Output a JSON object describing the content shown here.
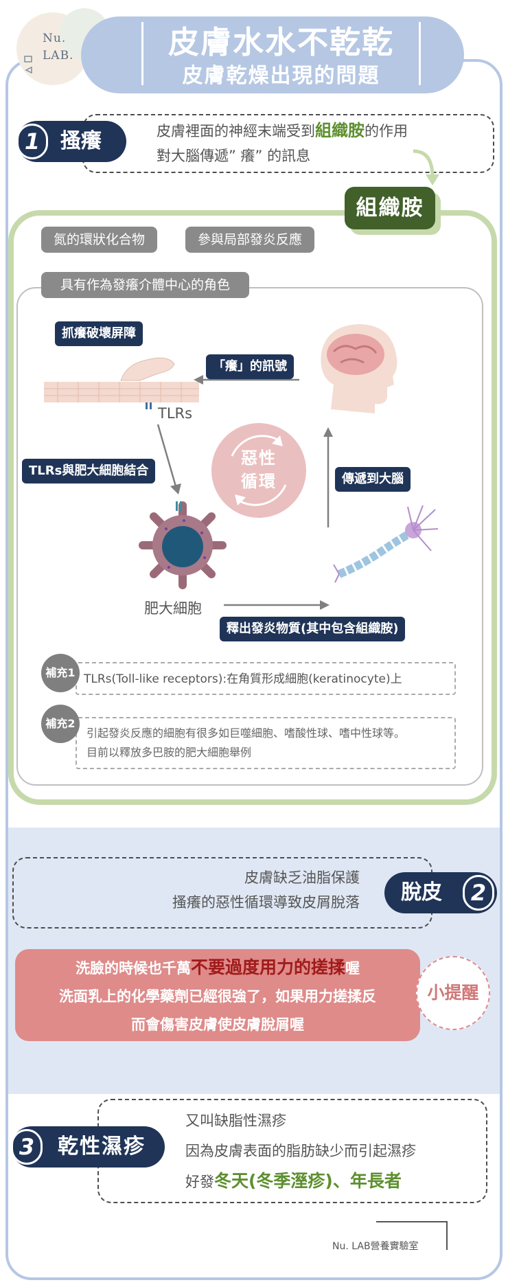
{
  "logo": {
    "line1": "Nu.",
    "line2": "LAB."
  },
  "header": {
    "title": "皮膚水水不乾乾",
    "subtitle": "皮膚乾燥出現的問題"
  },
  "section1": {
    "number": "1",
    "badge": "搔癢",
    "line1_prefix": "皮膚裡面的神經末端受到",
    "line1_highlight": "組織胺",
    "line1_suffix": "的作用",
    "line2": "對大腦傳遞” 癢” 的訊息"
  },
  "histamine": {
    "tag": "組織胺",
    "props": [
      "氮的環狀化合物",
      "參與局部發炎反應",
      "具有作為發癢介體中心的角色"
    ],
    "diagram": {
      "scratch": "抓癢破壞屏障",
      "signal": "「癢」的訊號",
      "tlrs": "TLRs",
      "tlr_mast": "TLRs與肥大細胞結合",
      "cycle": [
        "惡性",
        "循環"
      ],
      "to_brain": "傳遞到大腦",
      "mast_cell": "肥大細胞",
      "release": "釋出發炎物質(其中包含組織胺)"
    },
    "notes": [
      {
        "label": "補充1",
        "lines": [
          "TLRs(Toll-like receptors):在角質形成細胞(keratinocyte)上"
        ]
      },
      {
        "label": "補充2",
        "lines": [
          "引起發炎反應的細胞有很多如巨噬細胞、嗜酸性球、嗜中性球等。",
          "目前以釋放多巴胺的肥大細胞舉例"
        ]
      }
    ]
  },
  "section2": {
    "number": "2",
    "badge": "脫皮",
    "line1": "皮膚缺乏油脂保護",
    "line2": "搔癢的惡性循環導致皮屑脫落"
  },
  "tip": {
    "label": "小提醒",
    "line1_prefix": "洗臉的時候也千萬",
    "line1_highlight": "不要過度用力的搓揉",
    "line1_suffix": "喔",
    "line2": "洗面乳上的化學藥劑已經很強了，如果用力搓揉反",
    "line3": "而會傷害皮膚使皮膚脫屑喔"
  },
  "section3": {
    "number": "3",
    "badge": "乾性濕疹",
    "line1": "又叫缺脂性濕疹",
    "line2": "因為皮膚表面的脂肪缺少而引起濕疹",
    "line3_prefix": "好發",
    "line3_highlight1": "冬天(冬季溼疹)",
    "line3_middle": "、",
    "line3_highlight2": "年長者"
  },
  "footer": {
    "credit": "Nu. LAB營養實驗室"
  },
  "colors": {
    "navy": "#1f3457",
    "light_blue": "#b5c7e3",
    "green_dark": "#41602a",
    "green_light": "#c6d9ab",
    "pink": "#de8b8a",
    "highlight_green": "#5d8f2e",
    "highlight_red": "#a01b1b"
  }
}
